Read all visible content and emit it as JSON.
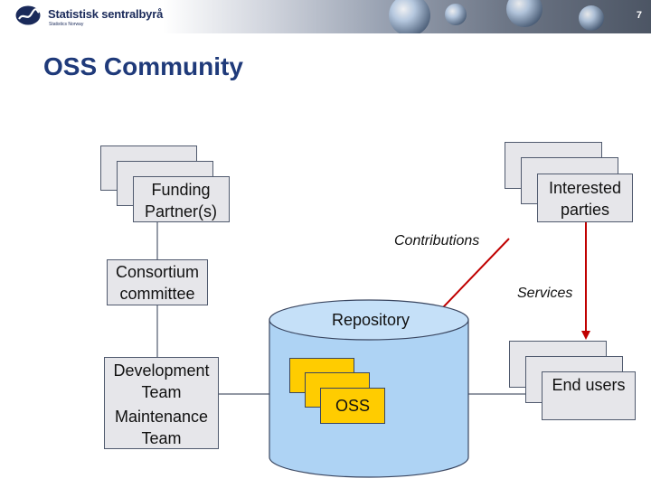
{
  "header": {
    "org_name": "Statistisk sentralbyrå",
    "org_sub": "Statistics Norway",
    "page_number": "7"
  },
  "slide": {
    "title": "OSS Community"
  },
  "diagram": {
    "funding": "Funding Partner(s)",
    "interested": "Interested parties",
    "consortium": "Consortium committee",
    "development": "Development Team",
    "maintenance": "Maintenance Team",
    "repository": "Repository",
    "oss": "OSS",
    "end_users": "End users",
    "contributions": "Contributions",
    "services": "Services"
  },
  "colors": {
    "title": "#1f3a7a",
    "box_fill": "#e6e6ea",
    "cylinder_fill": "#aed3f4",
    "oss_fill": "#ffcc00",
    "arrow": "#c00000"
  }
}
